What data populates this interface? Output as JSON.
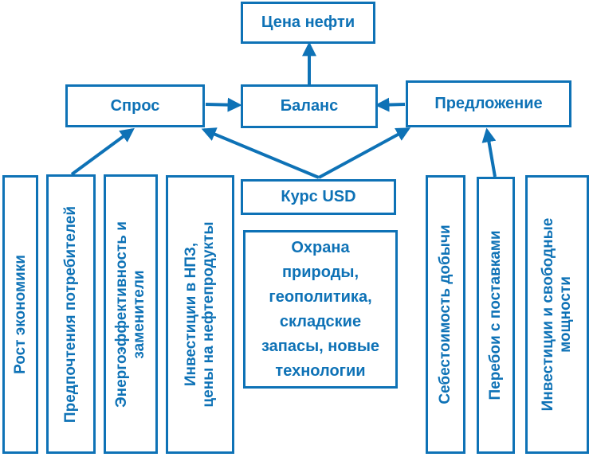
{
  "nodes": {
    "price": "Цена нефти",
    "demand": "Спрос",
    "balance": "Баланс",
    "supply": "Предложение",
    "usd": "Курс USD",
    "other": [
      "Охрана",
      "природы,",
      "геополитика,",
      "складские",
      "запасы, новые",
      "технологии"
    ]
  },
  "vertical": {
    "economy": [
      "Рост экономики"
    ],
    "consumer": [
      "Предпочтения потребителей"
    ],
    "energy": [
      "Энергоэффективность и",
      "заменители"
    ],
    "refinery": [
      "Инвестиции в НПЗ,",
      "цены на нефтепродукты"
    ],
    "cost": [
      "Себестоимость добычи"
    ],
    "disruption": [
      "Перебои с поставками"
    ],
    "capacity": [
      "Инвестиции и свободные",
      "мощности"
    ]
  },
  "colors": {
    "accent": "#0e72b6"
  }
}
